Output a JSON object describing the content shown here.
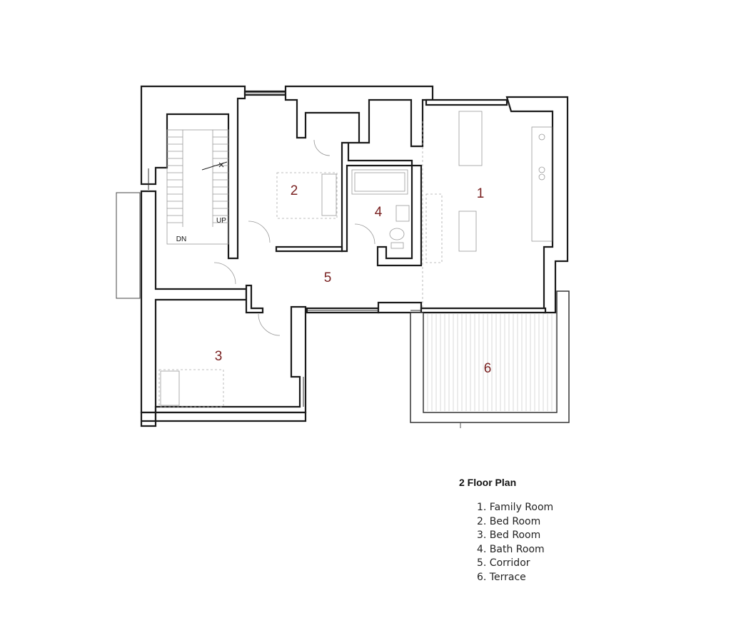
{
  "diagram": {
    "rooms": [
      {
        "number": "1"
      },
      {
        "number": "2"
      },
      {
        "number": "3"
      },
      {
        "number": "4"
      },
      {
        "number": "5"
      },
      {
        "number": "6"
      }
    ],
    "stair_labels": {
      "down": "DN",
      "up": "UP"
    }
  },
  "legend": {
    "title": "2 Floor Plan",
    "items": [
      "1. Family Room",
      "2. Bed Room",
      "3. Bed Room",
      "4. Bath Room",
      "5. Corridor",
      "6. Terrace"
    ]
  }
}
